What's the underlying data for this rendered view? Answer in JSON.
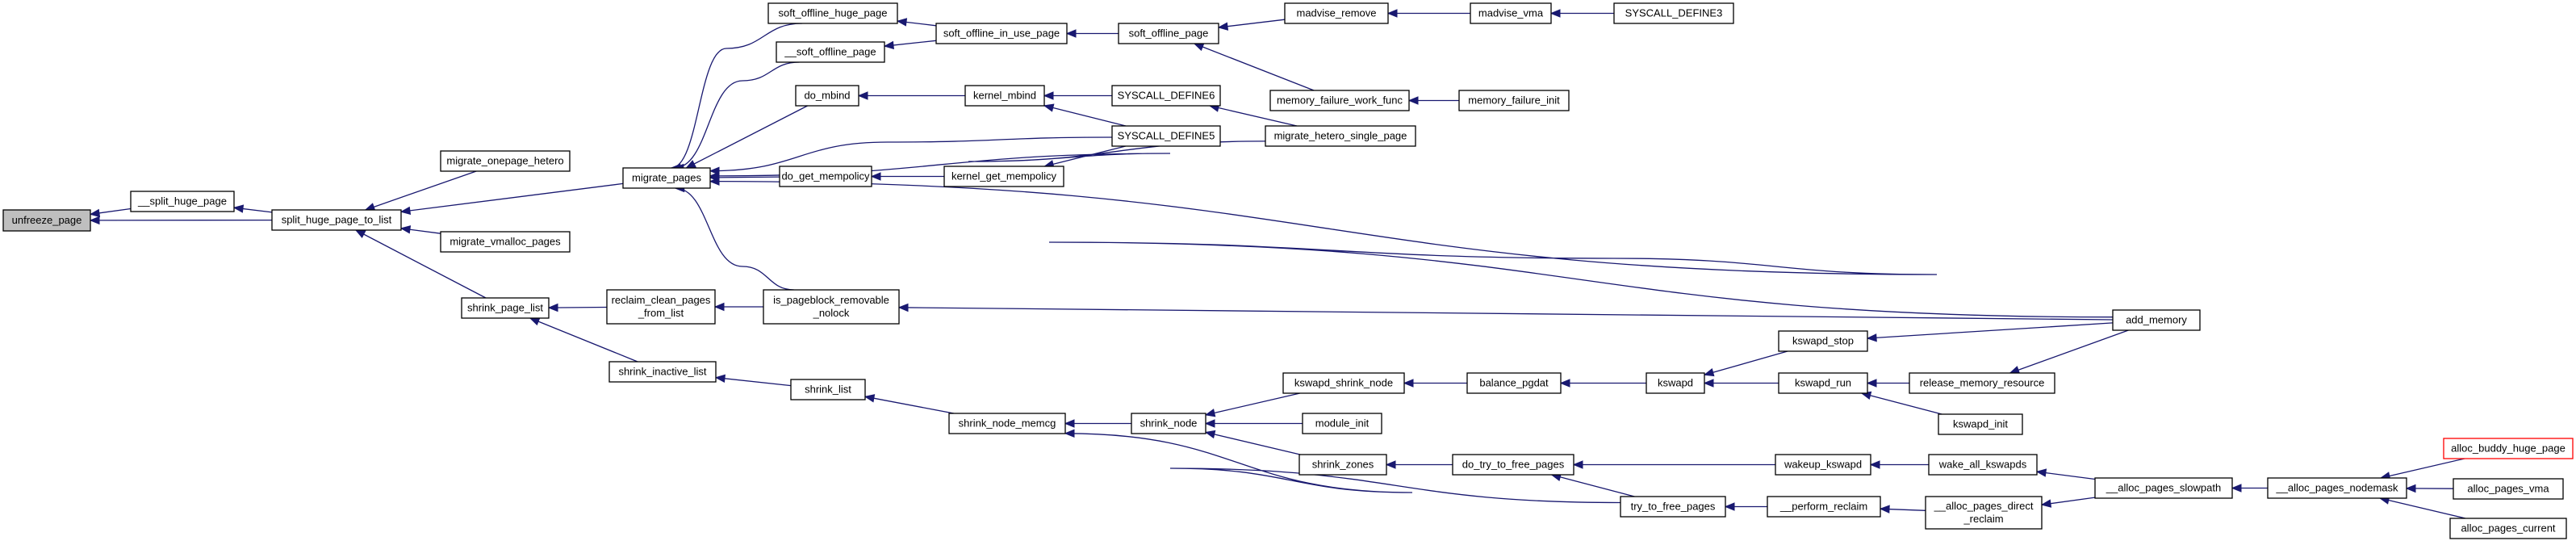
{
  "graph": {
    "colors": {
      "edge": "#191970",
      "root_fill": "#bfbfbf",
      "node_border": "#000000",
      "highlight_border": "#ff0000"
    },
    "nodes": [
      {
        "id": "unfreeze_page",
        "lines": [
          "unfreeze_page"
        ],
        "root": true
      },
      {
        "id": "__split_huge_page",
        "lines": [
          "__split_huge_page"
        ]
      },
      {
        "id": "split_huge_page_to_list",
        "lines": [
          "split_huge_page_to_list"
        ]
      },
      {
        "id": "migrate_onepage_hetero",
        "lines": [
          "migrate_onepage_hetero"
        ]
      },
      {
        "id": "migrate_vmalloc_pages",
        "lines": [
          "migrate_vmalloc_pages"
        ]
      },
      {
        "id": "migrate_pages",
        "lines": [
          "migrate_pages"
        ]
      },
      {
        "id": "shrink_page_list",
        "lines": [
          "shrink_page_list"
        ]
      },
      {
        "id": "reclaim_clean_pages_from_list",
        "lines": [
          "reclaim_clean_pages",
          "_from_list"
        ]
      },
      {
        "id": "shrink_inactive_list",
        "lines": [
          "shrink_inactive_list"
        ]
      },
      {
        "id": "soft_offline_huge_page",
        "lines": [
          "soft_offline_huge_page"
        ]
      },
      {
        "id": "__soft_offline_page",
        "lines": [
          "__soft_offline_page"
        ]
      },
      {
        "id": "do_mbind",
        "lines": [
          "do_mbind"
        ]
      },
      {
        "id": "do_get_mempolicy",
        "lines": [
          "do_get_mempolicy"
        ]
      },
      {
        "id": "is_pageblock_removable_nolock",
        "lines": [
          "is_pageblock_removable",
          "_nolock"
        ]
      },
      {
        "id": "shrink_list",
        "lines": [
          "shrink_list"
        ]
      },
      {
        "id": "soft_offline_in_use_page",
        "lines": [
          "soft_offline_in_use_page"
        ]
      },
      {
        "id": "kernel_mbind",
        "lines": [
          "kernel_mbind"
        ]
      },
      {
        "id": "kernel_get_mempolicy",
        "lines": [
          "kernel_get_mempolicy"
        ]
      },
      {
        "id": "shrink_node_memcg",
        "lines": [
          "shrink_node_memcg"
        ]
      },
      {
        "id": "soft_offline_page",
        "lines": [
          "soft_offline_page"
        ]
      },
      {
        "id": "SYSCALL_DEFINE6",
        "lines": [
          "SYSCALL_DEFINE6"
        ]
      },
      {
        "id": "SYSCALL_DEFINE5",
        "lines": [
          "SYSCALL_DEFINE5"
        ]
      },
      {
        "id": "shrink_node",
        "lines": [
          "shrink_node"
        ]
      },
      {
        "id": "madvise_remove",
        "lines": [
          "madvise_remove"
        ]
      },
      {
        "id": "memory_failure_work_func",
        "lines": [
          "memory_failure_work_func"
        ]
      },
      {
        "id": "migrate_hetero_single_page",
        "lines": [
          "migrate_hetero_single_page"
        ]
      },
      {
        "id": "kswapd_shrink_node",
        "lines": [
          "kswapd_shrink_node"
        ]
      },
      {
        "id": "module_init",
        "lines": [
          "module_init"
        ]
      },
      {
        "id": "shrink_zones",
        "lines": [
          "shrink_zones"
        ]
      },
      {
        "id": "madvise_vma",
        "lines": [
          "madvise_vma"
        ]
      },
      {
        "id": "memory_failure_init",
        "lines": [
          "memory_failure_init"
        ]
      },
      {
        "id": "balance_pgdat",
        "lines": [
          "balance_pgdat"
        ]
      },
      {
        "id": "do_try_to_free_pages",
        "lines": [
          "do_try_to_free_pages"
        ]
      },
      {
        "id": "SYSCALL_DEFINE3",
        "lines": [
          "SYSCALL_DEFINE3"
        ]
      },
      {
        "id": "kswapd",
        "lines": [
          "kswapd"
        ]
      },
      {
        "id": "try_to_free_pages",
        "lines": [
          "try_to_free_pages"
        ]
      },
      {
        "id": "kswapd_stop",
        "lines": [
          "kswapd_stop"
        ]
      },
      {
        "id": "kswapd_run",
        "lines": [
          "kswapd_run"
        ]
      },
      {
        "id": "wakeup_kswapd",
        "lines": [
          "wakeup_kswapd"
        ]
      },
      {
        "id": "__perform_reclaim",
        "lines": [
          "__perform_reclaim"
        ]
      },
      {
        "id": "release_memory_resource",
        "lines": [
          "release_memory_resource"
        ]
      },
      {
        "id": "kswapd_init",
        "lines": [
          "kswapd_init"
        ]
      },
      {
        "id": "wake_all_kswapds",
        "lines": [
          "wake_all_kswapds"
        ]
      },
      {
        "id": "__alloc_pages_direct_reclaim",
        "lines": [
          "__alloc_pages_direct",
          "_reclaim"
        ]
      },
      {
        "id": "add_memory",
        "lines": [
          "add_memory"
        ]
      },
      {
        "id": "__alloc_pages_slowpath",
        "lines": [
          "__alloc_pages_slowpath"
        ]
      },
      {
        "id": "__alloc_pages_nodemask",
        "lines": [
          "__alloc_pages_nodemask"
        ]
      },
      {
        "id": "alloc_buddy_huge_page",
        "lines": [
          "alloc_buddy_huge_page"
        ],
        "highlight": true
      },
      {
        "id": "alloc_pages_vma",
        "lines": [
          "alloc_pages_vma"
        ]
      },
      {
        "id": "alloc_pages_current",
        "lines": [
          "alloc_pages_current"
        ]
      }
    ],
    "edges": [
      [
        "__split_huge_page",
        "unfreeze_page"
      ],
      [
        "split_huge_page_to_list",
        "unfreeze_page"
      ],
      [
        "split_huge_page_to_list",
        "__split_huge_page"
      ],
      [
        "migrate_onepage_hetero",
        "split_huge_page_to_list"
      ],
      [
        "migrate_vmalloc_pages",
        "split_huge_page_to_list"
      ],
      [
        "migrate_pages",
        "split_huge_page_to_list"
      ],
      [
        "shrink_page_list",
        "split_huge_page_to_list"
      ],
      [
        "reclaim_clean_pages_from_list",
        "shrink_page_list"
      ],
      [
        "shrink_inactive_list",
        "shrink_page_list"
      ],
      [
        "soft_offline_huge_page",
        "migrate_pages"
      ],
      [
        "__soft_offline_page",
        "migrate_pages"
      ],
      [
        "do_mbind",
        "migrate_pages"
      ],
      [
        "do_get_mempolicy",
        "migrate_pages"
      ],
      [
        "is_pageblock_removable_nolock",
        "migrate_pages"
      ],
      [
        "SYSCALL_DEFINE5",
        "migrate_pages"
      ],
      [
        "migrate_hetero_single_page",
        "migrate_pages"
      ],
      [
        "add_memory",
        "migrate_pages"
      ],
      [
        "is_pageblock_removable_nolock",
        "reclaim_clean_pages_from_list"
      ],
      [
        "shrink_list",
        "shrink_inactive_list"
      ],
      [
        "soft_offline_in_use_page",
        "soft_offline_huge_page"
      ],
      [
        "soft_offline_in_use_page",
        "__soft_offline_page"
      ],
      [
        "kernel_mbind",
        "do_mbind"
      ],
      [
        "kernel_get_mempolicy",
        "do_get_mempolicy"
      ],
      [
        "add_memory",
        "is_pageblock_removable_nolock"
      ],
      [
        "shrink_node_memcg",
        "shrink_list"
      ],
      [
        "soft_offline_page",
        "soft_offline_in_use_page"
      ],
      [
        "SYSCALL_DEFINE6",
        "kernel_mbind"
      ],
      [
        "SYSCALL_DEFINE5",
        "kernel_mbind"
      ],
      [
        "SYSCALL_DEFINE5",
        "kernel_get_mempolicy"
      ],
      [
        "shrink_node",
        "shrink_node_memcg"
      ],
      [
        "try_to_free_pages",
        "shrink_node_memcg"
      ],
      [
        "madvise_remove",
        "soft_offline_page"
      ],
      [
        "memory_failure_work_func",
        "soft_offline_page"
      ],
      [
        "migrate_hetero_single_page",
        "SYSCALL_DEFINE6"
      ],
      [
        "kswapd_shrink_node",
        "shrink_node"
      ],
      [
        "module_init",
        "shrink_node"
      ],
      [
        "shrink_zones",
        "shrink_node"
      ],
      [
        "madvise_vma",
        "madvise_remove"
      ],
      [
        "memory_failure_init",
        "memory_failure_work_func"
      ],
      [
        "balance_pgdat",
        "kswapd_shrink_node"
      ],
      [
        "do_try_to_free_pages",
        "shrink_zones"
      ],
      [
        "SYSCALL_DEFINE3",
        "madvise_vma"
      ],
      [
        "kswapd",
        "balance_pgdat"
      ],
      [
        "wakeup_kswapd",
        "do_try_to_free_pages"
      ],
      [
        "try_to_free_pages",
        "do_try_to_free_pages"
      ],
      [
        "kswapd_stop",
        "kswapd"
      ],
      [
        "kswapd_run",
        "kswapd"
      ],
      [
        "__perform_reclaim",
        "try_to_free_pages"
      ],
      [
        "add_memory",
        "kswapd_stop"
      ],
      [
        "release_memory_resource",
        "kswapd_run"
      ],
      [
        "kswapd_init",
        "kswapd_run"
      ],
      [
        "wake_all_kswapds",
        "wakeup_kswapd"
      ],
      [
        "__alloc_pages_direct_reclaim",
        "__perform_reclaim"
      ],
      [
        "add_memory",
        "release_memory_resource"
      ],
      [
        "__alloc_pages_slowpath",
        "wake_all_kswapds"
      ],
      [
        "__alloc_pages_slowpath",
        "__alloc_pages_direct_reclaim"
      ],
      [
        "__alloc_pages_nodemask",
        "__alloc_pages_slowpath"
      ],
      [
        "alloc_buddy_huge_page",
        "__alloc_pages_nodemask"
      ],
      [
        "alloc_pages_vma",
        "__alloc_pages_nodemask"
      ],
      [
        "alloc_pages_current",
        "__alloc_pages_nodemask"
      ]
    ]
  }
}
